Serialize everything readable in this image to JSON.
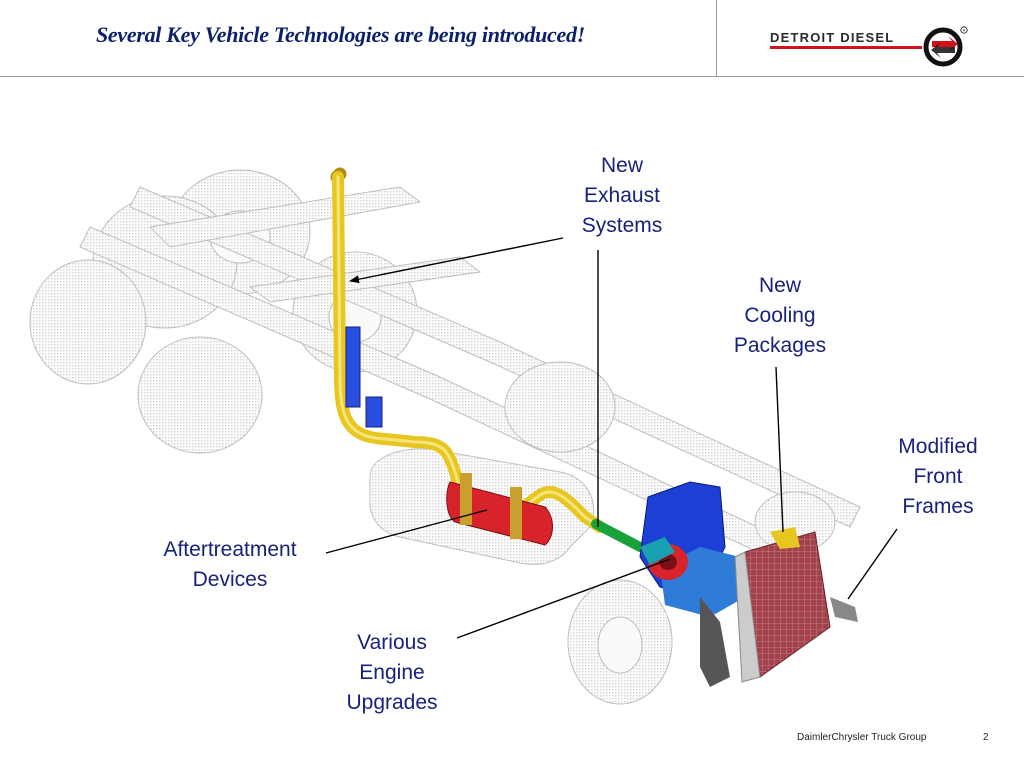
{
  "slide": {
    "title": "Several Key Vehicle Technologies are being introduced!",
    "brand": "DETROIT DIESEL",
    "logo_icon": "detroit-diesel-arrow-logo",
    "footer_org": "DaimlerChrysler Truck Group",
    "page_number": "2"
  },
  "callouts": {
    "exhaust": [
      "New",
      "Exhaust",
      "Systems"
    ],
    "cooling": [
      "New",
      "Cooling",
      "Packages"
    ],
    "frames": [
      "Modified",
      "Front",
      "Frames"
    ],
    "aftertreatment": [
      "Aftertreatment",
      "Devices"
    ],
    "engine": [
      "Various",
      "Engine",
      "Upgrades"
    ]
  },
  "colors": {
    "title": "#0b1f6b",
    "callout_text": "#17227a",
    "brand_red": "#d0121b",
    "exhaust_pipe": "#e8c620",
    "engine_block": "#1c3fd6",
    "aftertreatment": "#d8232a",
    "radiator": "#a3424d"
  }
}
